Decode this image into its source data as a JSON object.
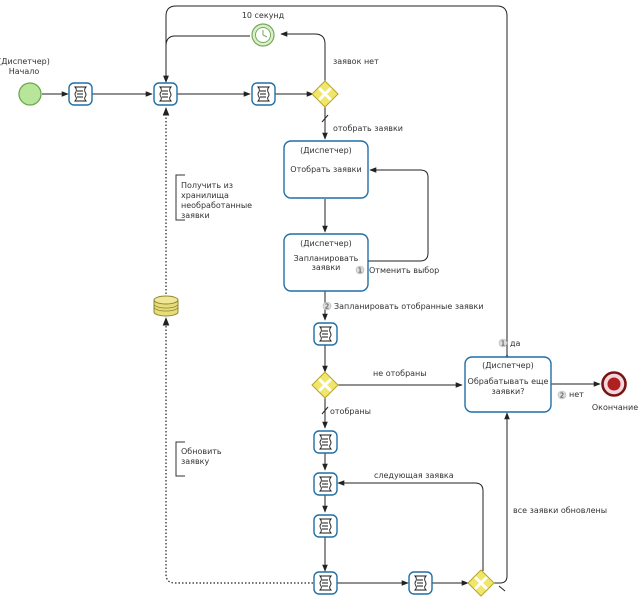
{
  "start_event": {
    "role": "(Диспетчер)",
    "label": "Начало"
  },
  "end_event": {
    "label": "Окончание"
  },
  "timer_event": {
    "label": "10 секунд"
  },
  "tasks": {
    "select": {
      "role": "(Диспетчер)",
      "line1": "Отобрать заявки",
      "line2": ""
    },
    "plan": {
      "role": "(Диспетчер)",
      "line1": "Запланировать",
      "line2": "заявки"
    },
    "process": {
      "role": "(Диспетчер)",
      "line1": "Обрабатывать еще",
      "line2": "заявки?"
    }
  },
  "annotations": {
    "fetch": [
      "Получить из",
      "хранилища",
      "необработанные",
      "заявки"
    ],
    "update": [
      "Обновить",
      "заявку"
    ]
  },
  "flow_labels": {
    "no_orders": "заявок нет",
    "select_orders": "отобрать заявки",
    "cancel_selection": "Отменить выбор",
    "plan_selected": "Запланировать отобранные заявки",
    "not_selected": "не отобраны",
    "selected": "отобраны",
    "next_order": "следующая заявка",
    "all_updated": "все заявки обновлены",
    "yes": "да",
    "no": "нет"
  },
  "badges": {
    "cancel": "1",
    "plan": "2",
    "yes": "1",
    "no": "2"
  },
  "colors": {
    "task_border": "#1f6fa6",
    "gateway_fill": "#f0e66a",
    "start_fill": "#b7e59a",
    "end_fill": "#b02020",
    "datastore_fill": "#e6dc7a"
  }
}
